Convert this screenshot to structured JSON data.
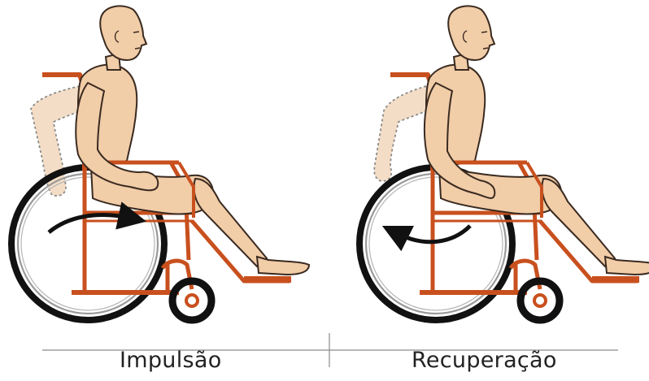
{
  "panels": [
    {
      "id": "impulse",
      "caption": "Impulsão",
      "arrow_direction": "forward"
    },
    {
      "id": "recovery",
      "caption": "Recuperação",
      "arrow_direction": "backward"
    }
  ],
  "colors": {
    "frame": "#c8501e",
    "skin": "#f1cda8",
    "skin_outline": "#3a2a20",
    "ghost_arm": "#f4ddc6",
    "ghost_outline": "#8a8a8a",
    "tire": "#111111",
    "rim": "#9a9a9a",
    "arrow": "#111111",
    "divider": "#8a8a8a"
  }
}
